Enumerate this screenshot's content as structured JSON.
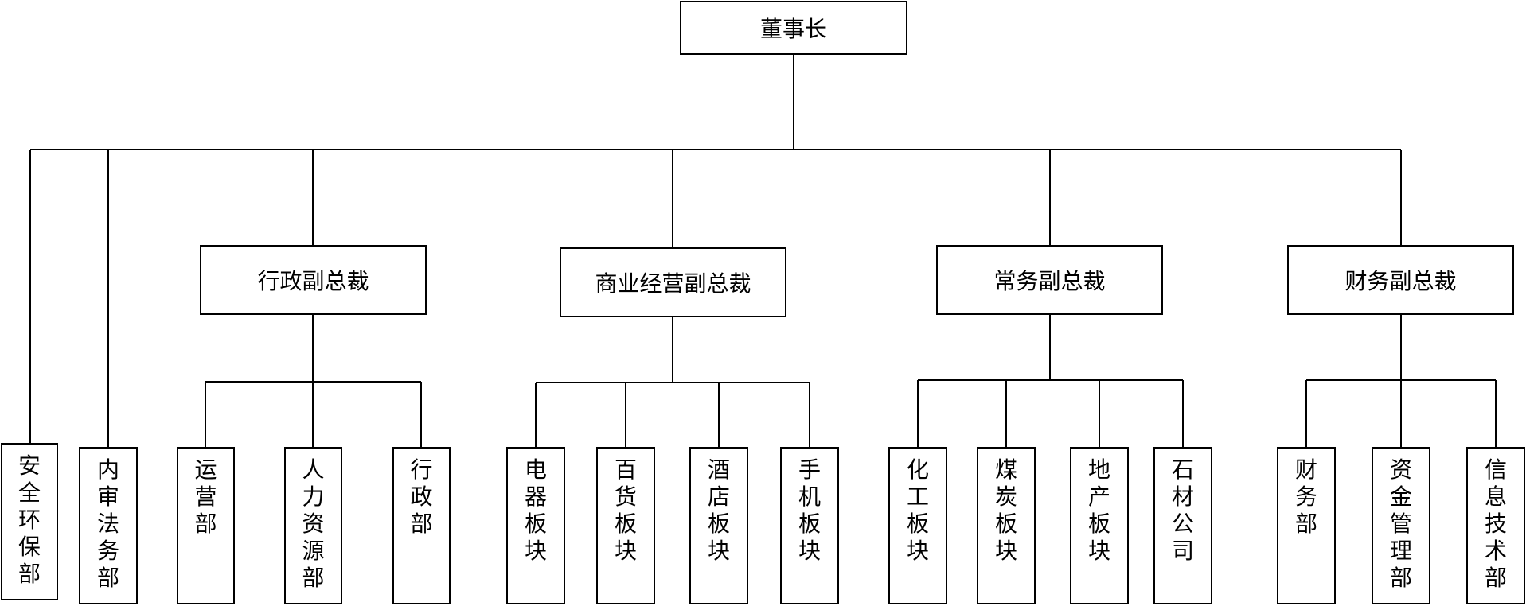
{
  "root": {
    "label": "董事长"
  },
  "direct_departments": [
    {
      "label": "安全环保部"
    },
    {
      "label": "内审法务部"
    }
  ],
  "vice_presidents": [
    {
      "label": "行政副总裁",
      "departments": [
        "运营部",
        "人力资源部",
        "行政部"
      ]
    },
    {
      "label": "商业经营副总裁",
      "departments": [
        "电器板块",
        "百货板块",
        "酒店板块",
        "手机板块"
      ]
    },
    {
      "label": "常务副总裁",
      "departments": [
        "化工板块",
        "煤炭板块",
        "地产板块",
        "石材公司"
      ]
    },
    {
      "label": "财务副总裁",
      "departments": [
        "财务部",
        "资金管理部",
        "信息技术部"
      ]
    }
  ]
}
